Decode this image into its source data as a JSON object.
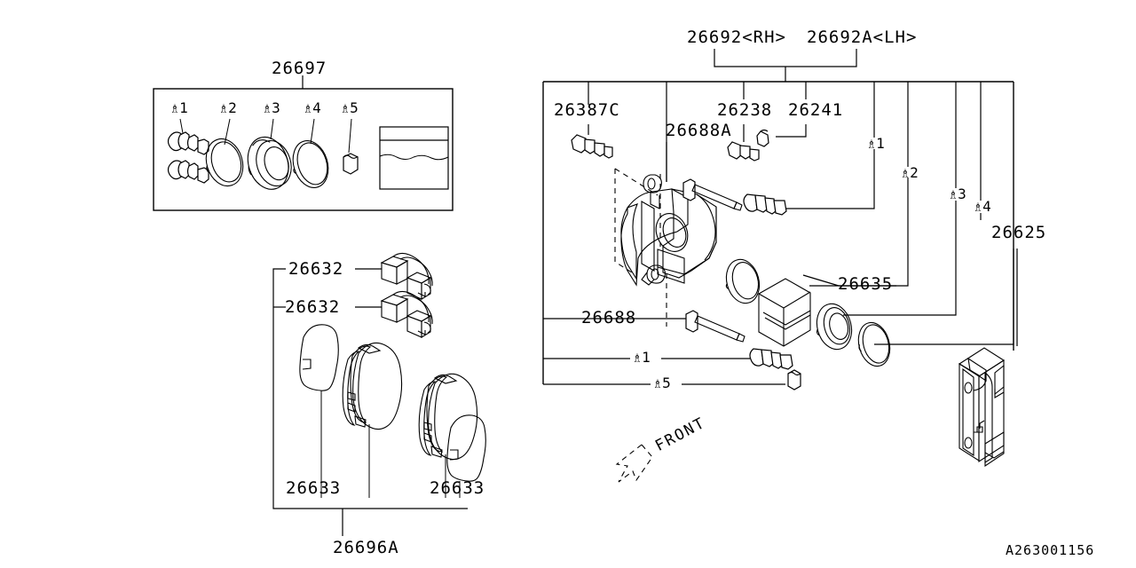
{
  "diagram": {
    "drawing_number": "A263001156",
    "front_marker": "FRONT"
  },
  "groups": {
    "seal_kit": {
      "label": "26697",
      "items": [
        {
          "label": "♗1",
          "name": "bleeder-boot-pair"
        },
        {
          "label": "♗2",
          "name": "piston-seal"
        },
        {
          "label": "♗3",
          "name": "piston-boot"
        },
        {
          "label": "♗4",
          "name": "retaining-ring"
        },
        {
          "label": "♗5",
          "name": "bleeder-cap"
        }
      ]
    },
    "pad_kit": {
      "label": "26696A",
      "shim_upper": "26632",
      "shim_lower": "26632",
      "pad_left": "26633",
      "pad_right": "26633"
    },
    "caliper_assembly": {
      "title_rh": "26692<RH>",
      "title_lh": "26692A<LH>",
      "callouts": [
        {
          "label": "26387C",
          "name": "callout-26387c"
        },
        {
          "label": "26688A",
          "name": "callout-26688a"
        },
        {
          "label": "26238",
          "name": "callout-26238"
        },
        {
          "label": "26241",
          "name": "callout-26241"
        },
        {
          "label": "26688",
          "name": "callout-26688"
        },
        {
          "label": "26635",
          "name": "callout-26635"
        },
        {
          "label": "26625",
          "name": "callout-26625"
        }
      ],
      "sub_callouts": [
        {
          "label": "♗1",
          "name": "sub-callout-1"
        },
        {
          "label": "♗2",
          "name": "sub-callout-2"
        },
        {
          "label": "♗3",
          "name": "sub-callout-3"
        },
        {
          "label": "♗4",
          "name": "sub-callout-4"
        },
        {
          "label": "♗5",
          "name": "sub-callout-5"
        },
        {
          "label": "♗1",
          "name": "sub-callout-1b"
        },
        {
          "label": "♗5",
          "name": "sub-callout-5b"
        }
      ]
    }
  },
  "labels": {
    "l_26697": "26697",
    "l_a1": "♗1",
    "l_a2": "♗2",
    "l_a3": "♗3",
    "l_a4": "♗4",
    "l_a5": "♗5",
    "l_26632_a": "26632",
    "l_26632_b": "26632",
    "l_26633_a": "26633",
    "l_26633_b": "26633",
    "l_26696a": "26696A",
    "l_26692rh": "26692<RH>",
    "l_26692alh": "26692A<LH>",
    "l_26387c": "26387C",
    "l_26688a": "26688A",
    "l_26238": "26238",
    "l_26241": "26241",
    "l_26688": "26688",
    "l_26635": "26635",
    "l_26625": "26625",
    "l_r_a1": "♗1",
    "l_r_a2": "♗2",
    "l_r_a3": "♗3",
    "l_r_a4": "♗4",
    "l_b_a1": "♗1",
    "l_b_a5": "♗5",
    "l_front": "FRONT",
    "l_drawing": "A263001156"
  }
}
